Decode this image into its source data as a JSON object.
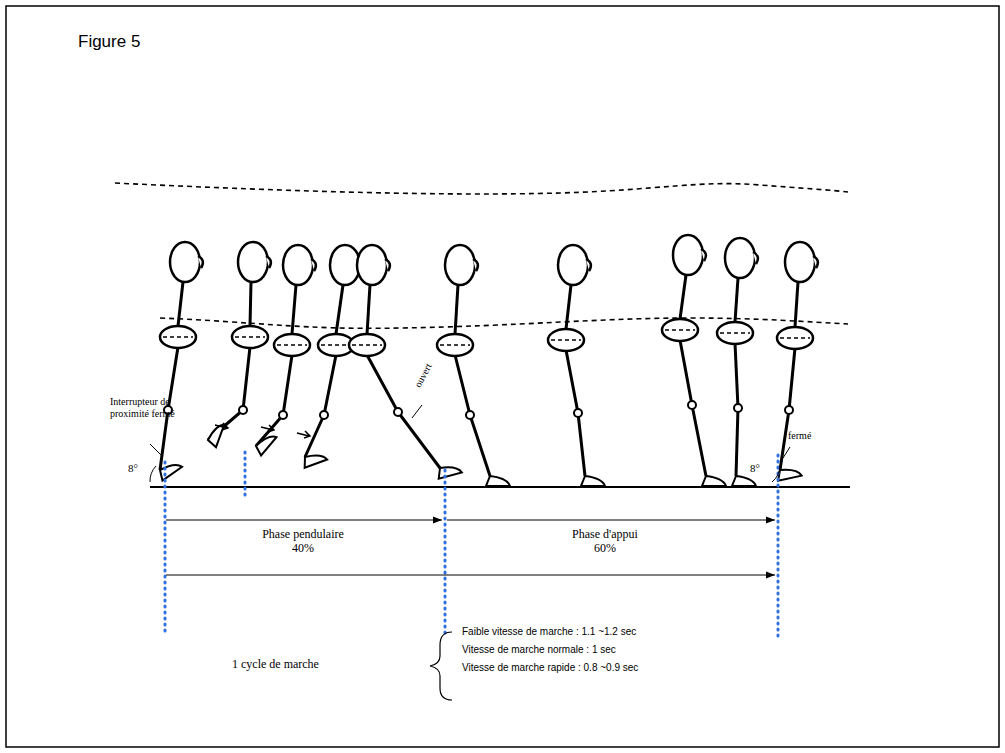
{
  "diagram": {
    "title": "Figure 5",
    "labels": [
      "Interrupteur de proximité fermé",
      "8°",
      "ouvert",
      "fermé",
      "8°",
      "Phase pendulaire 40%",
      "Phase d'appui 60%",
      "1 cycle de marche",
      "Faible vitesse de marche : 1.1 ~1.2 sec",
      "Vitesse de marche normale : 1 sec",
      "Vitesse de marche rapide : 0.8 ~0.9 sec"
    ]
  }
}
